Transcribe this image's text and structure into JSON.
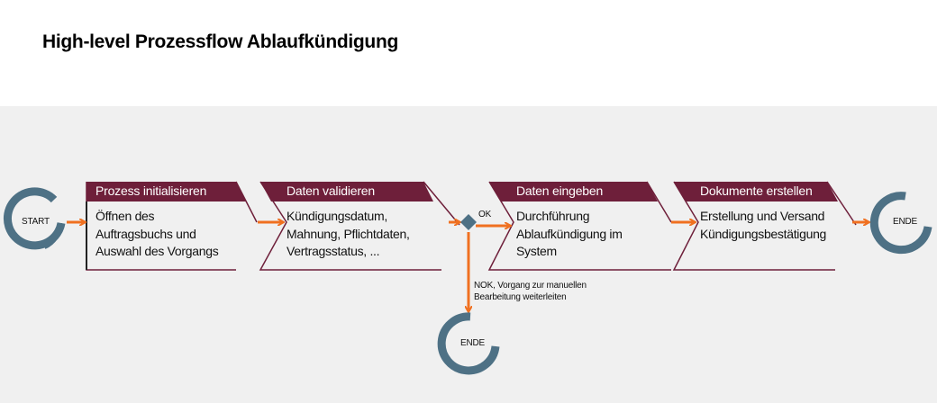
{
  "title": "High-level Prozessflow Ablaufkündigung",
  "start_label": "START",
  "steps": [
    {
      "header": "Prozess initialisieren",
      "body": "Öffnen des\nAuftragsbuchs und\nAuswahl des Vorgangs"
    },
    {
      "header": "Daten validieren",
      "body": "Kündigungsdatum,\nMahnung, Pflichtdaten,\nVertragsstatus, ..."
    },
    {
      "header": "Daten eingeben",
      "body": "Durchführung\nAblaufkündigung im\nSystem"
    },
    {
      "header": "Dokumente erstellen",
      "body": "Erstellung und Versand\nKündigungsbestätigung"
    }
  ],
  "decision": {
    "ok_label": "OK",
    "nok_label": "NOK, Vorgang zur manuellen\nBearbeitung weiterleiten"
  },
  "end_labels": [
    "ENDE",
    "ENDE"
  ],
  "colors": {
    "header": "#6e1f3a",
    "arrow": "#f07020",
    "ring": "#4e7185",
    "background": "#f0f0f0"
  }
}
